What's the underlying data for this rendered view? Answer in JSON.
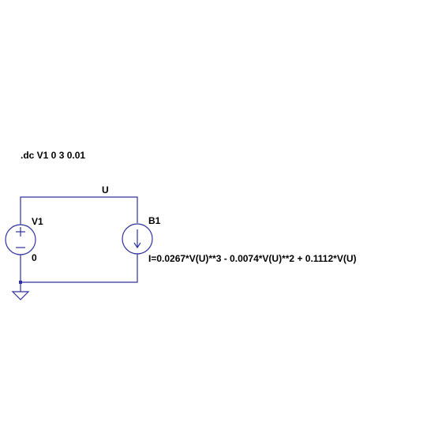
{
  "directive": ".dc V1 0 3 0.01",
  "nets": {
    "top": "U",
    "ground": "0"
  },
  "components": {
    "v1": {
      "name": "V1",
      "type": "voltage-source"
    },
    "b1": {
      "name": "B1",
      "type": "behavioral-current-source",
      "expression": "I=0.0267*V(U)**3 - 0.0074*V(U)**2 + 0.1112*V(U)"
    }
  },
  "colors": {
    "wire": "#3030a0",
    "component": "#3030a0",
    "text": "#000000",
    "background": "#ffffff"
  }
}
